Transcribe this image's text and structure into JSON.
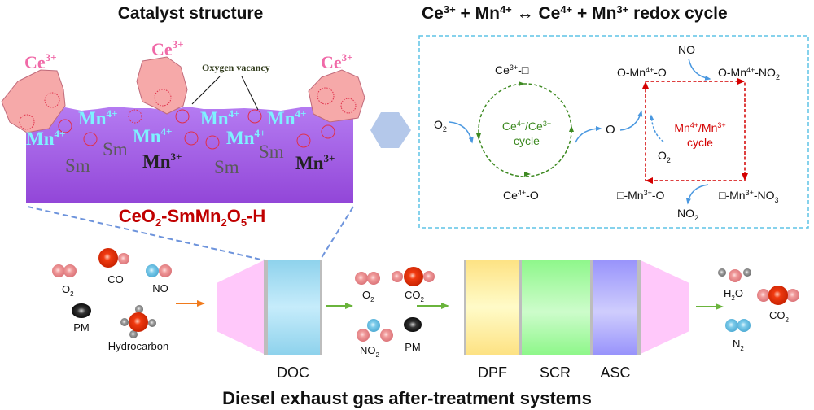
{
  "titles": {
    "catalyst_structure": "Catalyst structure",
    "redox_cycle": {
      "part1_base": "Ce",
      "part1_sup": "3+",
      "plus1": " + ",
      "part2_base": "Mn",
      "part2_sup": "4+",
      "arrow": " ↔ ",
      "part3_base": "Ce",
      "part3_sup": "4+",
      "plus2": " + ",
      "part4_base": "Mn",
      "part4_sup": "3+",
      "suffix": " redox cycle"
    },
    "system": "Diesel exhaust gas after-treatment systems"
  },
  "catalyst": {
    "formula": {
      "a": "CeO",
      "a_sub": "2",
      "b": "-SmMn",
      "b_sub": "2",
      "c": "O",
      "c_sub": "5",
      "d": "-H"
    },
    "oxygen_vacancy_label": "Oxygen vacancy",
    "ce_label": {
      "base": "Ce",
      "sup": "3+"
    },
    "mn4_label": {
      "base": "Mn",
      "sup": "4+"
    },
    "mn3_label": {
      "base": "Mn",
      "sup": "3+"
    },
    "sm_label": "Sm",
    "colors": {
      "support": "#9b59e0",
      "particle": "#f4a6a6",
      "ce_text": "#f06aa8",
      "mn4_text": "#7df0ff",
      "mn3_text": "#222222",
      "sm_text": "#555555",
      "formula": "#c00000"
    }
  },
  "ce_cycle": {
    "top": {
      "base": "Ce",
      "sup": "3+",
      "tail": "-□"
    },
    "bottom": {
      "base": "Ce",
      "sup": "4+",
      "tail": "-O"
    },
    "center_line1": {
      "a": "Ce",
      "a_sup": "4+",
      "b": "/Ce",
      "b_sup": "3+"
    },
    "center_line2": "cycle",
    "o2_in": {
      "base": "O",
      "sub": "2"
    },
    "o_out": "O",
    "color": "#3e8a22"
  },
  "mn_cycle": {
    "top_left": {
      "a": "O-Mn",
      "sup": "4+",
      "b": "-O"
    },
    "top_right": {
      "a": "O-Mn",
      "sup": "4+",
      "b": "-NO",
      "sub": "2"
    },
    "bottom_left": {
      "a": "□-Mn",
      "sup": "3+",
      "b": "-O"
    },
    "bottom_right": {
      "a": "□-Mn",
      "sup": "3+",
      "b": "-NO",
      "sub": "3"
    },
    "no_in": "NO",
    "no2_out": {
      "base": "NO",
      "sub": "2"
    },
    "o2_in": {
      "base": "O",
      "sub": "2"
    },
    "center_line1": {
      "a": "Mn",
      "a_sup": "4+",
      "b": "/Mn",
      "b_sup": "3+"
    },
    "center_line2": "cycle",
    "color": "#d40000"
  },
  "inputs": {
    "o2": {
      "base": "O",
      "sub": "2"
    },
    "co": "CO",
    "no": "NO",
    "pm": "PM",
    "hc": "Hydrocarbon"
  },
  "mid": {
    "o2": {
      "base": "O",
      "sub": "2"
    },
    "co2": {
      "base": "CO",
      "sub": "2"
    },
    "no2": {
      "base": "NO",
      "sub": "2"
    },
    "pm": "PM"
  },
  "outputs": {
    "h2o": {
      "a": "H",
      "sub": "2",
      "b": "O"
    },
    "co2": {
      "base": "CO",
      "sub": "2"
    },
    "n2": {
      "base": "N",
      "sub": "2"
    }
  },
  "units": {
    "doc": "DOC",
    "dpf": "DPF",
    "scr": "SCR",
    "asc": "ASC"
  },
  "colors": {
    "doc": "#8fd3ee",
    "dpf": "#fde28a",
    "scr": "#8ef58e",
    "asc": "#9a97fb",
    "cone": "#ffc8fa",
    "arrow_orange": "#f07a1c",
    "arrow_green": "#6ab43c",
    "dash_box": "#5ec4e6",
    "link_dash": "#6e94dc",
    "blue_arrow": "#4a98e0"
  }
}
